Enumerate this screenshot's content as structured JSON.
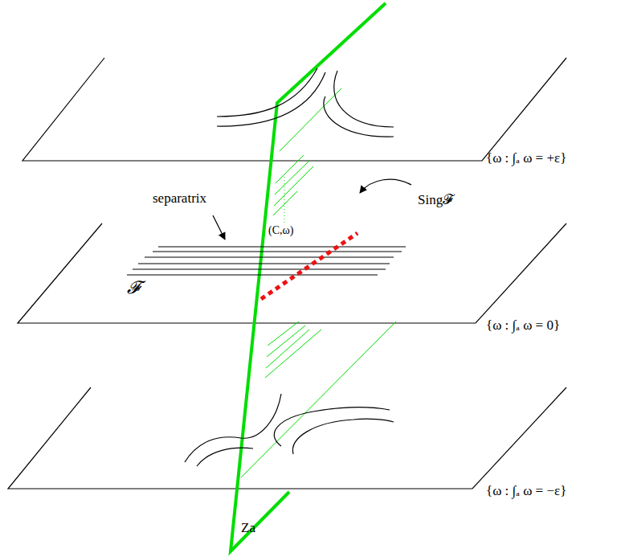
{
  "diagram": {
    "labels": [
      "separatrix",
      "Sing𝓕",
      "(C,ω)",
      "𝓕",
      "{ω : ∫ₐ ω = +ε}",
      "{ω : ∫ₐ ω = 0}",
      "{ω : ∫ₐ ω = −ε}",
      "Za"
    ]
  }
}
